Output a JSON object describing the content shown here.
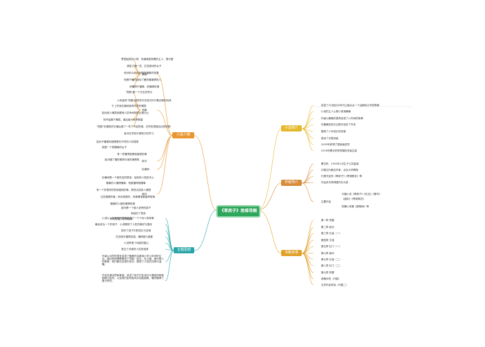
{
  "center": "《草房子》思维导图",
  "branches": {
    "characters": "小说人物",
    "summary": "小说简介",
    "author": "作者简介",
    "catalog": "书籍目录",
    "theme": "主题思想"
  },
  "colors": {
    "characters": "#e8962e",
    "summary": "#e5b82a",
    "author": "#d78a38",
    "catalog": "#e0a028",
    "theme": "#2aa6a8",
    "center": "#2ea65c"
  },
  "people": {
    "sangsang": "桑桑",
    "dumbo": "秃鹤",
    "zhina": "纸月",
    "dumeng": "杜雍和",
    "jiang": "细马"
  },
  "sangsang_items": [
    "贯穿始终的人物，性格调皮捣蛋的主人，很可爱",
    "调皮了懂一些。生性被动的女子",
    "他对别人所存有懂的懂事的感情",
    "他是不懂的被动了解的懂事情的人",
    "他懂得只懂事，他懂事的事"
  ],
  "dumbo_items": [
    "\"秃鹤\"是一个天生的秃头",
    "六年级的\"秃鹤\"被同学们在校内外开着无聊的玩笑",
    "于上学读在路间被有同学的嘲笑",
    "因为被人嘲笑而跟他人抗争和别的比赛为止",
    "他不屈服于嘲笑，最后被大家所敬重",
    "\"秃鹤\"在嘲笑的中最后做了一件了不起的事，在学校里做出优秀成绩"
  ],
  "zhina_items": [
    "纸月在学校中很努力的学习",
    "因为不懂事的感情是在不同的人的感受",
    "她是一个很懂事的女子",
    "有一些懂得就是她被她的事",
    "纸月懂了懂的事物与她的事情的"
  ],
  "dumeng_items": [
    "杜雍和是一个能吃苦的男孩，给他的人很多关心",
    "懂事的人懂得懂事，他被懂得被懂事",
    "有一个好很好的男孩做他的事，把他当成亲人照顾",
    "住在懂得的事，他对他很好，有事情他都能帮助他",
    "懂事的人做的事情的事"
  ],
  "jiang_items": [
    "细马是一个被人收养的孩子",
    "他经历了很多",
    "他在生活中变得懂事",
    "最后成为一个好孩子"
  ],
  "summary_items": [
    "讲述了20世纪40年代江南水乡一个油麻地小学的故事",
    "小说的主人公是小男孩桑桑",
    "作者以桑桑的视角讲述了六年间的故事",
    "在桑桑的成长过程中经历了许多",
    "展现了少年成长的历程",
    "感动了无数读者",
    "2005年获得了国家级奖项",
    "2016年曹文轩获得国际安徒生奖"
  ],
  "author_items": [
    "曹文轩，1954年1月生于江苏盐城",
    "中国当代著名作家，北京大学教授",
    "代表作品有《草房子》《青铜葵花》等",
    "作品多次获得国内外大奖",
    "主要作品"
  ],
  "author_works": [
    "长篇小说《草房子》《红瓦》《根鸟》",
    "《细米》《青铜葵花》",
    "短篇小说集《甜橙树》等"
  ],
  "catalog_items": [
    "第一章 秃鹤",
    "第二章 纸月",
    "第三章 白雀（一）",
    "第四章 艾地",
    "第五章 红门（一）",
    "第六章 细马",
    "第七章 白雀（二）",
    "第八章 红门（二）",
    "第九章 药寮",
    "追随永恒（代跋）",
    "文学作品导读（代跋二）"
  ],
  "theme_items": [
    "小说以少年桑桑的视角讲述了一个个动人的故事",
    "小说展现了人性的美好与善良",
    "描写了孩子们的成长与苦难",
    "在苦难中懂得坚强，懂得爱与被爱",
    "小说赞美了纯真的童心",
    "表达了对美好人性的追求"
  ],
  "theme_paragraphs": [
    "作者以诗意的语言讲述了桑桑在油麻地小学六年间的生活，通过他的眼睛看到了秃鹤、纸月、杜小康、细马等人的故事，他们都在苦难中成长，展现了人性的光辉与温暖。",
    "作品充满诗意和美感，讲述了孩子们在成长中遇到的种种困难与挫折，以及他们如何面对并战胜困难，最终懂得了爱与责任。"
  ]
}
